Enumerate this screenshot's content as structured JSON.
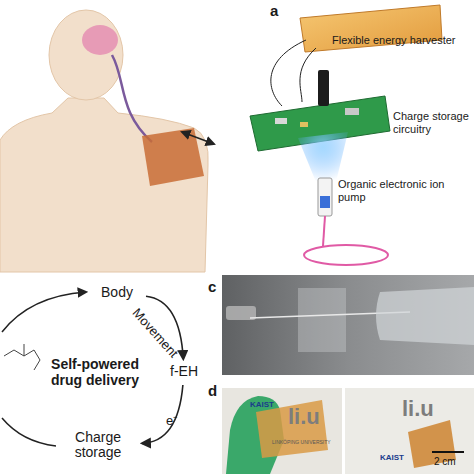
{
  "diagram": {
    "nodes": [
      {
        "text": [
          "Body"
        ]
      },
      {
        "text": [
          "f-EH"
        ]
      },
      {
        "text": [
          "Charge storage"
        ]
      }
    ],
    "edges": [
      {
        "from": 0,
        "to": 1,
        "label": "Movement",
        "arrow": "to"
      },
      {
        "from": 1,
        "to": 2,
        "label": "e⁻",
        "arrow": "to"
      }
    ],
    "labels": [
      "a",
      "Flexible energy harvester",
      "Charge storage circuitry",
      "Organic electronic ion pump",
      "Self-powered drug delivery",
      "c",
      "d",
      "KAIST",
      "li.u",
      "LINKÖPING UNIVERSITY",
      "li.u",
      "KAIST",
      "2 cm"
    ]
  }
}
